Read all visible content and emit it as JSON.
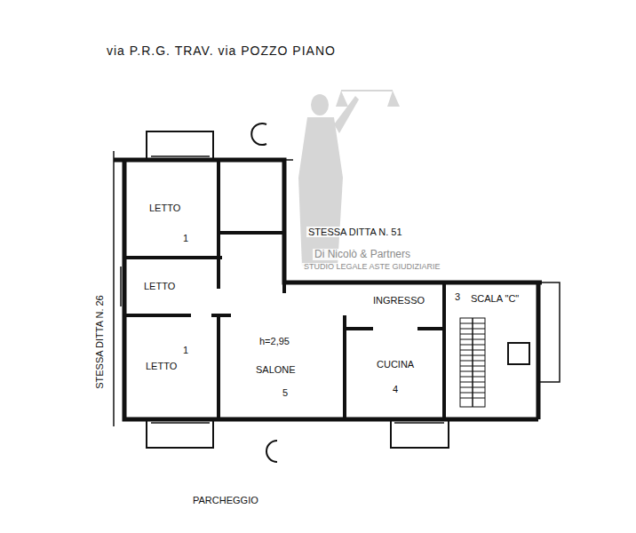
{
  "diagram": {
    "title": "via P.R.G. TRAV. via POZZO PIANO",
    "nodes": [
      {
        "text": [
          "LETTO",
          "1"
        ]
      },
      {
        "text": [
          "LETTO"
        ]
      },
      {
        "text": [
          "INGRESSO"
        ]
      },
      {
        "text": [
          "SCALA \"C\"",
          "3"
        ]
      },
      {
        "text": [
          "LETTO",
          "1"
        ]
      },
      {
        "text": [
          "h=2,95",
          "SALONE",
          "5"
        ]
      },
      {
        "text": [
          "CUCINA",
          "4"
        ]
      }
    ],
    "labels": [
      "STESSA DITTA N. 51",
      "STESSA DITTA N. 26",
      "PARCHEGGIO",
      "Di Nicolò & Partners",
      "STUDIO LEGALE ASTE GIUDIZIARIE"
    ]
  }
}
